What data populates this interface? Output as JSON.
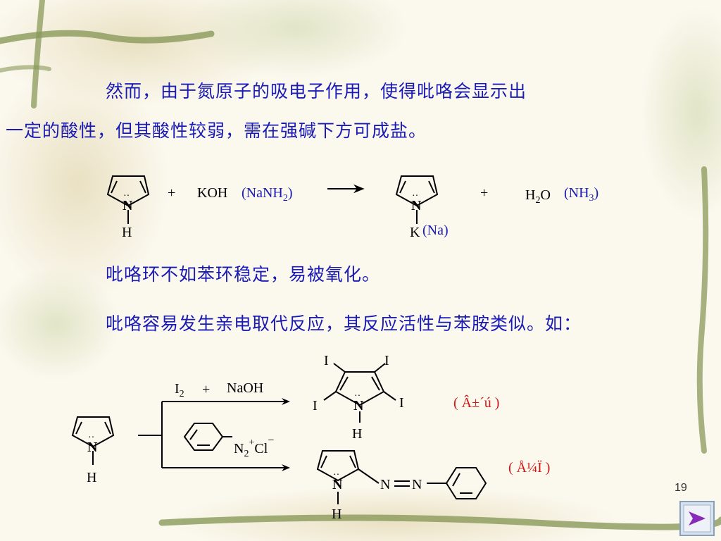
{
  "slide": {
    "page_number": "19",
    "paragraph1_line1": "然而，由于氮原子的吸电子作用，使得吡咯会显示出",
    "paragraph1_line2": "一定的酸性，但其酸性较弱，需在强碱下方可成盐。",
    "paragraph2": "吡咯环不如苯环稳定，易被氧化。",
    "paragraph3": "吡咯容易发生亲电取代反应，其反应活性与苯胺类似。如："
  },
  "reaction1": {
    "plus1": "+",
    "reagent": "KOH",
    "reagent_alt": "(NaNH",
    "reagent_alt_sub": "2",
    "reagent_alt_close": ")",
    "plus2": "+",
    "byproduct_h": "H",
    "byproduct_sub": "2",
    "byproduct_o": "O",
    "byproduct_alt": "(NH",
    "byproduct_alt_sub": "3",
    "byproduct_alt_close": ")",
    "reactant_n": "N",
    "reactant_h": "H",
    "product_n": "N",
    "product_k": "K",
    "product_alt": "(Na)"
  },
  "reaction2": {
    "reactant_n": "N",
    "reactant_h": "H",
    "upper_reagent_i": "I",
    "upper_reagent_i_sub": "2",
    "upper_plus": "+",
    "upper_reagent_naoh": "NaOH",
    "upper_product_i1": "I",
    "upper_product_i2": "I",
    "upper_product_i3": "I",
    "upper_product_i4": "I",
    "upper_product_n": "N",
    "upper_product_h": "H",
    "upper_label": "( Â±´ú )",
    "lower_reagent_n": "N",
    "lower_reagent_sub": "2",
    "lower_reagent_sup": "+",
    "lower_reagent_cl": "Cl",
    "lower_reagent_minus": "−",
    "lower_product_n": "N",
    "lower_product_h": "H",
    "lower_azo_n1": "N",
    "lower_azo_n2": "N",
    "lower_label": "( Å¼Ï  )"
  },
  "colors": {
    "text_blue": "#1a1ab4",
    "label_red": "#d01818",
    "background": "#fbf8ee",
    "decor_green": "#8a9a5a"
  },
  "icons": {
    "nav_button": "next-arrow-icon"
  }
}
